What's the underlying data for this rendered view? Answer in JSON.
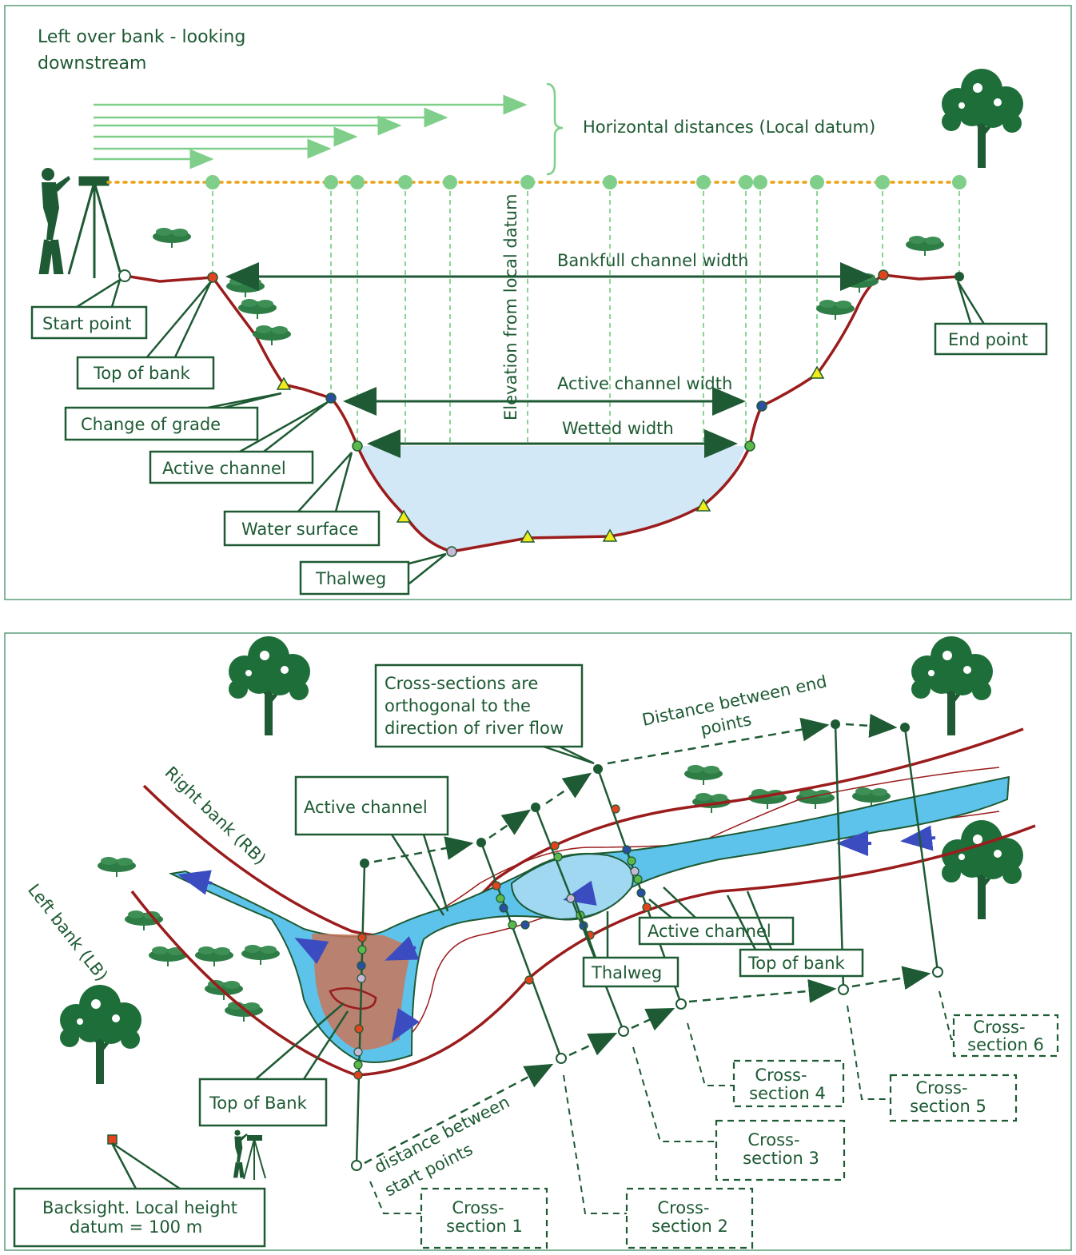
{
  "top_panel": {
    "title_line1": "Left over bank  - looking",
    "title_line2": "downstream",
    "horizontal_distances": "Horizontal distances (Local datum)",
    "elevation_label": "Elevation from local datum",
    "bankfull_width": "Bankfull channel width",
    "active_width": "Active channel width",
    "wetted_width": "Wetted width",
    "labels": {
      "start_point": "Start point",
      "top_of_bank": "Top of bank",
      "change_of_grade": "Change of grade",
      "active_channel": "Active channel",
      "water_surface": "Water surface",
      "thalweg": "Thalweg",
      "end_point": "End point"
    }
  },
  "bottom_panel": {
    "orthogonal_note_line1": "Cross-sections are",
    "orthogonal_note_line2": "orthogonal to the",
    "orthogonal_note_line3": "direction of river flow",
    "distance_end_line1": "Distance between end",
    "distance_end_line2": "points",
    "distance_start_line1": "distance between",
    "distance_start_line2": "start points",
    "right_bank": "Right bank (RB)",
    "left_bank": "Left bank (LB)",
    "active_channel_upper": "Active channel",
    "active_channel_lower": "Active channel",
    "top_of_bank_right": "Top of bank",
    "top_of_bank_left": "Top of Bank",
    "thalweg": "Thalweg",
    "backsight_line1": "Backsight. Local height",
    "backsight_line2": "datum  = 100 m",
    "cross_sections": [
      {
        "line1": "Cross-",
        "line2": "section 1"
      },
      {
        "line1": "Cross-",
        "line2": "section 2"
      },
      {
        "line1": "Cross-",
        "line2": "section 3"
      },
      {
        "line1": "Cross-",
        "line2": "section 4"
      },
      {
        "line1": "Cross-",
        "line2": "section 5"
      },
      {
        "line1": "Cross-",
        "line2": "section 6"
      }
    ]
  },
  "colors": {
    "dark_green": "#1e5a33",
    "light_green": "#7fcf8a",
    "bank_red": "#9b1c1c",
    "water_blue": "#d3e8f7",
    "river_blue": "#5ec3ea",
    "marker_orange": "#e8a317",
    "top_of_bank_point": "#e2431f",
    "active_point": "#2b4fa0",
    "water_point": "#5cb84a",
    "thalweg_point": "#c9b8d8",
    "change_grade": "#f3ea1a"
  },
  "icons": [
    "tree-icon",
    "surveyor-icon",
    "tripod-icon",
    "shrub-icon",
    "flow-arrow-icon"
  ]
}
